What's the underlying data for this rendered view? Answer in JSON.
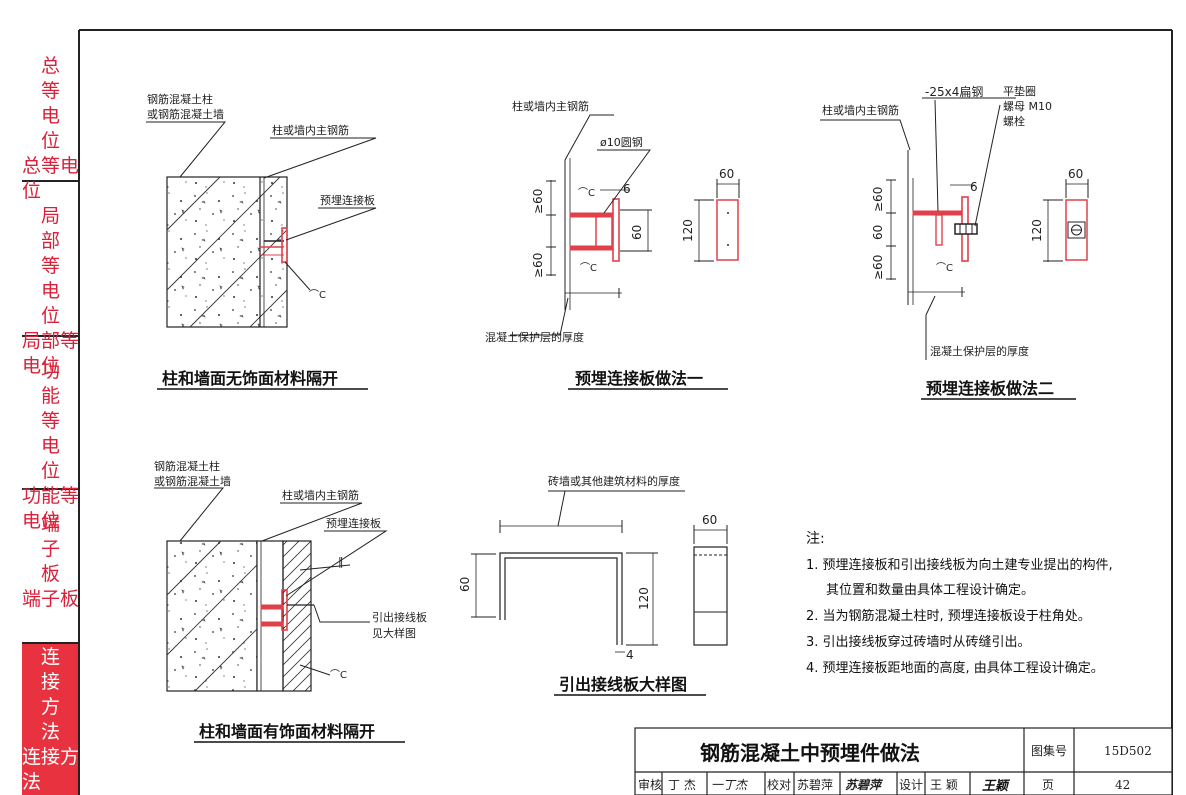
{
  "sidebar": {
    "tabs": [
      {
        "label": "总等电位",
        "chars": [
          "总",
          "等",
          "电",
          "位"
        ]
      },
      {
        "label": "局部等电位",
        "chars": [
          "局",
          "部",
          "等",
          "电",
          "位"
        ]
      },
      {
        "label": "功能等电位",
        "chars": [
          "功",
          "能",
          "等",
          "电",
          "位"
        ]
      },
      {
        "label": "端子板",
        "chars": [
          "端",
          "子",
          "板"
        ]
      },
      {
        "label": "连接方法",
        "chars": [
          "连",
          "接",
          "方",
          "法"
        ],
        "active": true
      }
    ]
  },
  "colors": {
    "accent": "#e8323f",
    "sidebar_text": "#d9213a",
    "plate_red": "#e0404a",
    "line": "#222222"
  },
  "diagram1": {
    "callout_rc": [
      "钢筋混凝土柱",
      "或钢筋混凝土墙"
    ],
    "callout_rebar": "柱或墙内主钢筋",
    "callout_plate": "预埋连接板",
    "weld": "⌒C",
    "caption": "柱和墙面无饰面材料隔开"
  },
  "diagram2": {
    "callout_rebar": "柱或墙内主钢筋",
    "callout_rod": "ø10圆钢",
    "dim_ge60_top": "≥60",
    "dim_ge60_bot": "≥60",
    "dim_6": "6",
    "dim_60_side": "60",
    "weld_top": "⌒C",
    "weld_bot": "⌒C",
    "cover": "混凝土保护层的厚度",
    "plate_width": "60",
    "plate_height": "120",
    "caption": "预埋连接板做法一"
  },
  "diagram3": {
    "callout_steel": "-25x4扁钢",
    "callout_washer": "平垫圈",
    "callout_nut": "螺母 M10",
    "callout_bolt": "螺栓",
    "callout_rebar": "柱或墙内主钢筋",
    "dim_ge60_top": "≥60",
    "dim_60_mid": "60",
    "dim_ge60_bot": "≥60",
    "dim_6": "6",
    "weld": "⌒C",
    "cover": "混凝土保护层的厚度",
    "plate_width": "60",
    "plate_height": "120",
    "caption": "预埋连接板做法二"
  },
  "diagram4": {
    "callout_rc": [
      "钢筋混凝土柱",
      "或钢筋混凝土墙"
    ],
    "callout_rebar": "柱或墙内主钢筋",
    "callout_plate": "预埋连接板",
    "weld_top": "‖",
    "callout_lead": [
      "引出接线板",
      "见大样图"
    ],
    "weld": "⌒C",
    "caption": "柱和墙面有饰面材料隔开"
  },
  "diagram5": {
    "callout_thickness": "砖墙或其他建筑材料的厚度",
    "dim_60_left": "60",
    "dim_120": "120",
    "dim_4": "4",
    "plate_width": "60",
    "caption": "引出接线板大样图"
  },
  "notes": {
    "title": "注:",
    "items": [
      [
        "1. 预埋连接板和引出接线板为向土建专业提出的构件,",
        "其位置和数量由具体工程设计确定。"
      ],
      [
        "2. 当为钢筋混凝土柱时, 预埋连接板设于柱角处。"
      ],
      [
        "3. 引出接线板穿过砖墙时从砖缝引出。"
      ],
      [
        "4. 预埋连接板距地面的高度, 由具体工程设计确定。"
      ]
    ]
  },
  "title_block": {
    "title": "钢筋混凝土中预埋件做法",
    "atlas_label": "图集号",
    "atlas_no": "15D502",
    "review_label": "审核",
    "review_name": "丁 杰",
    "review_sig": "一丁杰",
    "check_label": "校对",
    "check_name": "苏碧萍",
    "check_sig": "苏碧萍",
    "design_label": "设计",
    "design_name": "王 颖",
    "design_sig": "王颖",
    "page_label": "页",
    "page_no": "42"
  }
}
